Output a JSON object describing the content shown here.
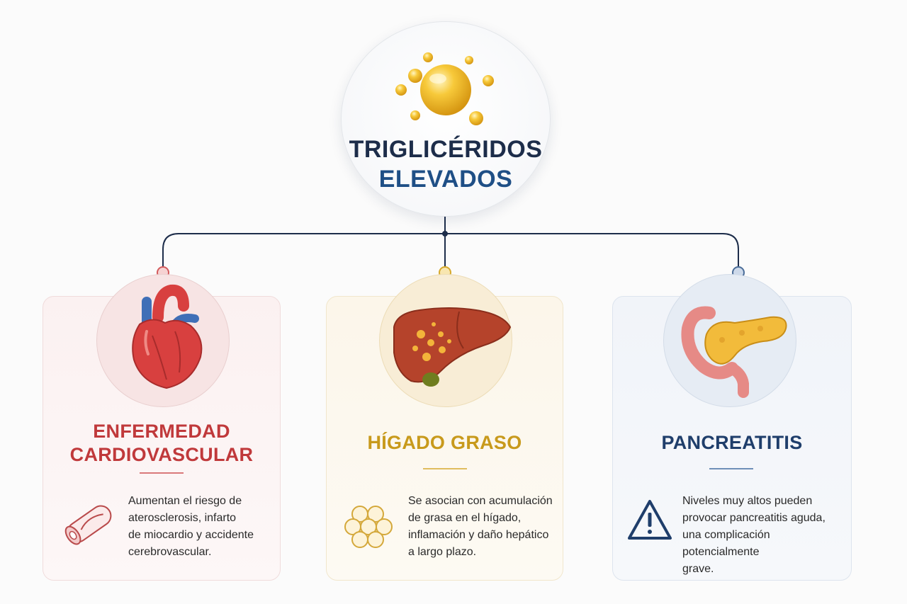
{
  "hub": {
    "title_line1": "TRIGLICÉRIDOS",
    "title_line2": "ELEVADOS",
    "icon": "fat-droplets-icon"
  },
  "colors": {
    "connector": "#1d2d4a",
    "red": "#c0393b",
    "yellow": "#c89a1c",
    "blue": "#1f3e6b"
  },
  "cards": [
    {
      "title_line1": "ENFERMEDAD",
      "title_line2": "CARDIOVASCULAR",
      "organ_icon": "heart-icon",
      "detail_icon": "artery-icon",
      "lines": [
        "Aumentan el riesgo de",
        "aterosclerosis, infarto",
        "de miocardio y accidente",
        "cerebrovascular."
      ]
    },
    {
      "title_line1": "HÍGADO GRASO",
      "organ_icon": "liver-icon",
      "detail_icon": "fat-cells-icon",
      "lines": [
        "Se asocian con acumulación",
        "de grasa en el hígado,",
        "inflamación y daño hepático",
        "a largo plazo."
      ]
    },
    {
      "title_line1": "PANCREATITIS",
      "organ_icon": "pancreas-icon",
      "detail_icon": "warning-icon",
      "lines": [
        "Niveles muy altos pueden",
        "provocar pancreatitis aguda,",
        "una complicación potencialmente",
        "grave."
      ]
    }
  ]
}
